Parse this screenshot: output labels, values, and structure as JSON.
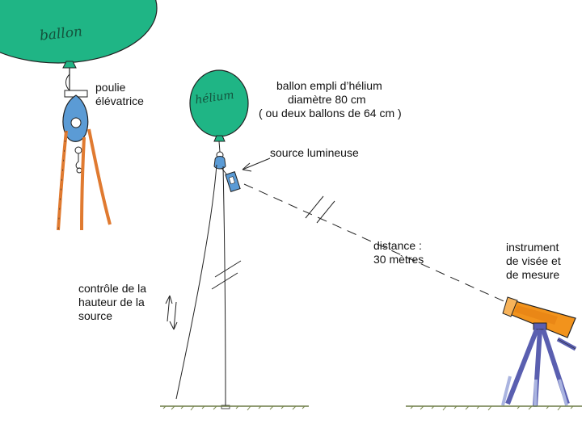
{
  "labels": {
    "big_balloon": "ballon",
    "small_balloon": "hélium",
    "pulley": [
      "poulie",
      "élévatrice"
    ],
    "balloon_info": [
      "ballon empli d’hélium",
      "diamètre 80 cm",
      "( ou deux ballons de 64 cm )"
    ],
    "light_source": "source lumineuse",
    "distance": [
      "distance :",
      "30 mètres"
    ],
    "instrument": [
      "instrument",
      "de visée et",
      "de mesure"
    ],
    "height_control": [
      "contrôle de la",
      "hauteur de la",
      "source"
    ]
  },
  "colors": {
    "balloon": "#1fb585",
    "pulley": "#5b9bd5",
    "rope": "#e07a30",
    "telescope": "#f2931c",
    "tripod": "#5a5fb0",
    "ground": "#7a8a50"
  }
}
